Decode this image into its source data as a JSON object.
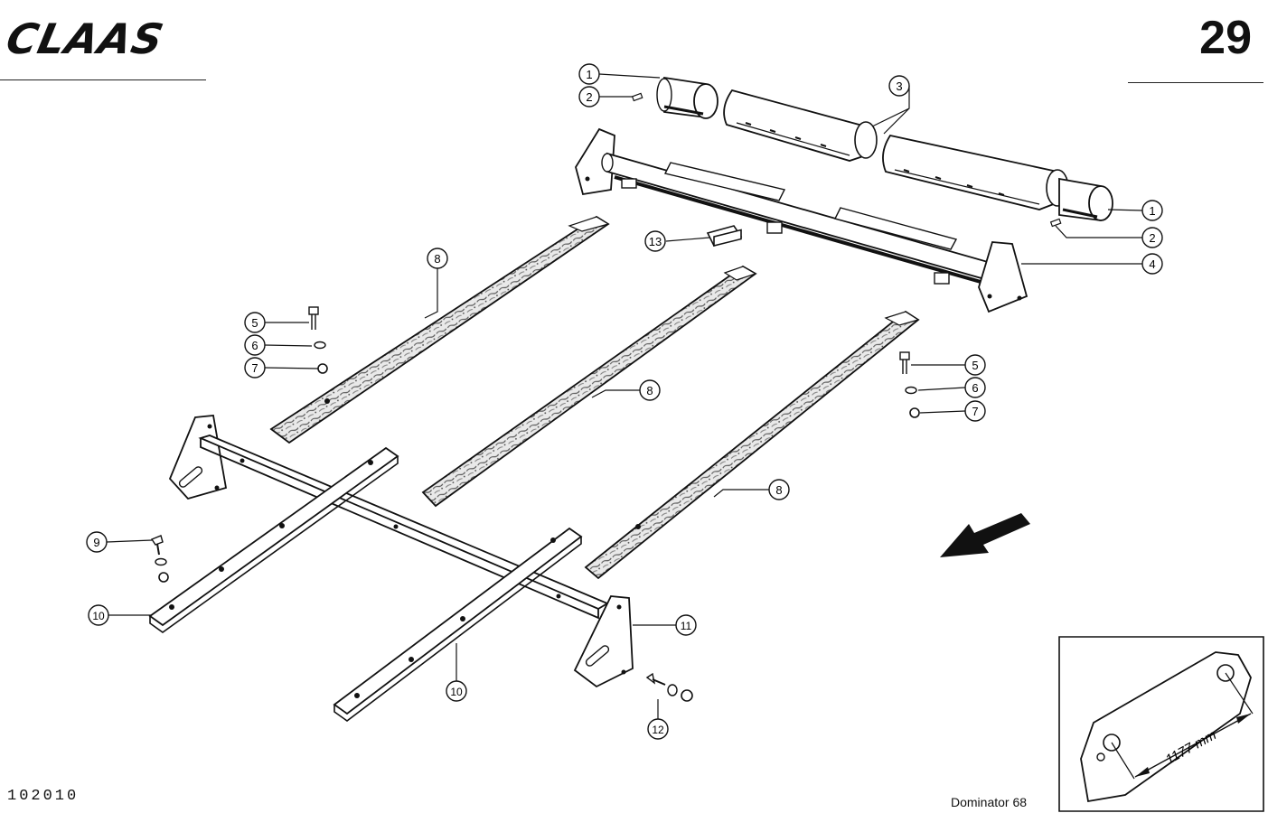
{
  "header": {
    "brand": "CLAAS",
    "page_number": "29"
  },
  "footer": {
    "doc_code": "102010",
    "model": "Dominator 68"
  },
  "callouts": [
    "1",
    "2",
    "3",
    "1",
    "2",
    "4",
    "13",
    "8",
    "5",
    "6",
    "7",
    "8",
    "5",
    "6",
    "7",
    "8",
    "9",
    "10",
    "11",
    "10",
    "12"
  ],
  "detail": {
    "dimension": "1177 mm"
  }
}
